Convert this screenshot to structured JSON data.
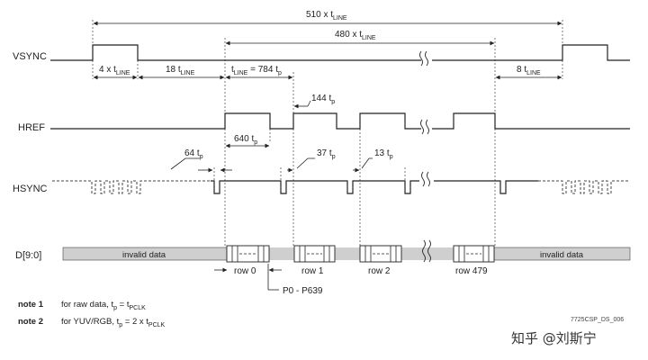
{
  "signals": {
    "vsync": "VSYNC",
    "href": "HREF",
    "hsync": "HSYNC",
    "data": "D[9:0]"
  },
  "dimensions": {
    "frame_total": {
      "main": "510 x t",
      "sub": "LINE"
    },
    "active_lines": {
      "main": "480 x t",
      "sub": "LINE"
    },
    "vsync_width": {
      "main": "4 x t",
      "sub": "LINE"
    },
    "vsync_to_href": {
      "main": "18 t",
      "sub": "LINE"
    },
    "tline_a": {
      "main": "t",
      "sub": "LINE"
    },
    "tline_b": {
      "main": " = 784 t",
      "sub": "p"
    },
    "href_low": {
      "main": "144 t",
      "sub": "p"
    },
    "href_high": {
      "main": "640 t",
      "sub": "p"
    },
    "end_gap": {
      "main": "8 t",
      "sub": "LINE"
    },
    "hsync_width": {
      "main": "64 t",
      "sub": "p"
    },
    "hsync_to_href": {
      "main": "37 t",
      "sub": "p"
    },
    "href_to_hsync": {
      "main": "13 t",
      "sub": "p"
    },
    "pixels": "P0 - P639"
  },
  "data_bus": {
    "invalid_left": "invalid data",
    "invalid_right": "invalid data",
    "rows": [
      "row 0",
      "row 1",
      "row 2",
      "row 479"
    ]
  },
  "notes": [
    {
      "label": "note 1",
      "text": "for raw data, t",
      "sub1": "p",
      "mid": " = t",
      "sub2": "PCLK"
    },
    {
      "label": "note 2",
      "text": "for YUV/RGB, t",
      "sub1": "p",
      "mid": " = 2 x t",
      "sub2": "PCLK"
    }
  ],
  "doc_ref": "7725CSP_DS_006",
  "watermark": "知乎 @刘斯宁"
}
